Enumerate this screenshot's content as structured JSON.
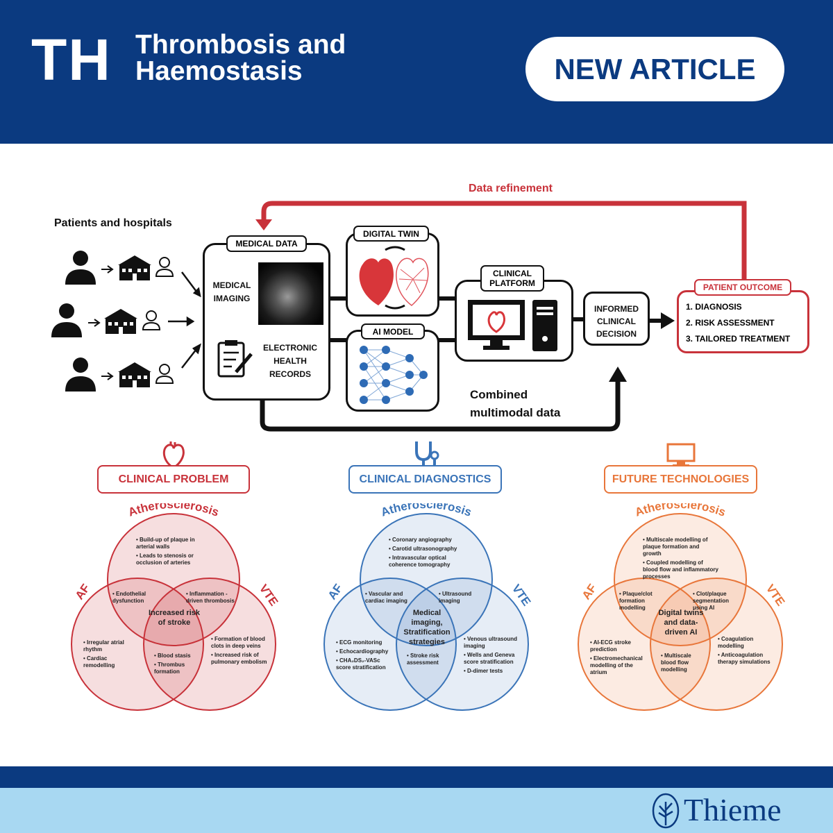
{
  "header": {
    "logo": "TH",
    "journal_line1": "Thrombosis and",
    "journal_line2": "Haemostasis",
    "badge": "NEW ARTICLE"
  },
  "footer": {
    "publisher": "Thieme"
  },
  "flow": {
    "data_refinement": "Data refinement",
    "patients_title": "Patients and hospitals",
    "medical_data": "MEDICAL DATA",
    "medical_imaging": "MEDICAL\nIMAGING",
    "ehr": "ELECTRONIC\nHEALTH\nRECORDS",
    "digital_twin": "DIGITAL TWIN",
    "ai_model": "AI MODEL",
    "clinical_platform": "CLINICAL\nPLATFORM",
    "informed_decision": "INFORMED\nCLINICAL\nDECISION",
    "patient_outcome": "PATIENT OUTCOME",
    "outcomes": [
      "1.  DIAGNOSIS",
      "2.  RISK ASSESSMENT",
      "3.  TAILORED TREATMENT"
    ],
    "combined": "Combined\nmultimodal data"
  },
  "colors": {
    "navy": "#0b3a80",
    "red": "#c8323a",
    "blue": "#3a74b8",
    "orange": "#e8763a"
  },
  "venns": [
    {
      "title": "CLINICAL PROBLEM",
      "icon": "heart-icon",
      "color": "#c8323a",
      "fill": "rgba(200,50,58,0.16)",
      "labels": {
        "top": "Atherosclerosis",
        "left": "AF",
        "right": "VTE"
      },
      "top": [
        "Build-up of plaque in arterial walls",
        "Leads to stenosis or occlusion of arteries"
      ],
      "left": [
        "Irregular atrial rhythm",
        "Cardiac remodelling"
      ],
      "right": [
        "Formation of blood clots in deep veins",
        "Increased risk of pulmonary embolism"
      ],
      "top_left": [
        "Endothelial dysfunction"
      ],
      "top_right": [
        "Inflammation -driven thrombosis"
      ],
      "bottom": [
        "Blood stasis",
        "Thrombus formation"
      ],
      "center": "Increased risk of stroke"
    },
    {
      "title": "CLINICAL DIAGNOSTICS",
      "icon": "stethoscope-icon",
      "color": "#3a74b8",
      "fill": "rgba(58,116,184,0.13)",
      "labels": {
        "top": "Atherosclerosis",
        "left": "AF",
        "right": "VTE"
      },
      "top": [
        "Coronary angiography",
        "Carotid ultrasonography",
        "Intravascular optical coherence tomography"
      ],
      "left": [
        "ECG monitoring",
        "Echocardiography",
        "CHA₂DS₂-VASc score stratification"
      ],
      "right": [
        "Venous ultrasound imaging",
        "Wells and Geneva score stratification",
        "D-dimer tests"
      ],
      "top_left": [
        "Vascular and cardiac imaging"
      ],
      "top_right": [
        "Ultrasound imaging"
      ],
      "bottom": [
        "Stroke risk assessment"
      ],
      "center": "Medical imaging, Stratification strategies"
    },
    {
      "title": "FUTURE TECHNOLOGIES",
      "icon": "monitor-icon",
      "color": "#e8763a",
      "fill": "rgba(232,118,58,0.15)",
      "labels": {
        "top": "Atherosclerosis",
        "left": "AF",
        "right": "VTE"
      },
      "top": [
        "Multiscale modelling of plaque formation and growth",
        "Coupled modelling of blood flow and inflammatory processes"
      ],
      "left": [
        "AI-ECG stroke prediction",
        "Electromechanical modelling of the atrium"
      ],
      "right": [
        "Coagulation modelling",
        "Anticoagulation therapy simulations"
      ],
      "top_left": [
        "Plaque/clot formation modelling"
      ],
      "top_right": [
        "Clot/plaque segmentation using AI"
      ],
      "bottom": [
        "Multiscale blood flow modelling"
      ],
      "center": "Digital twins and data-driven AI"
    }
  ]
}
